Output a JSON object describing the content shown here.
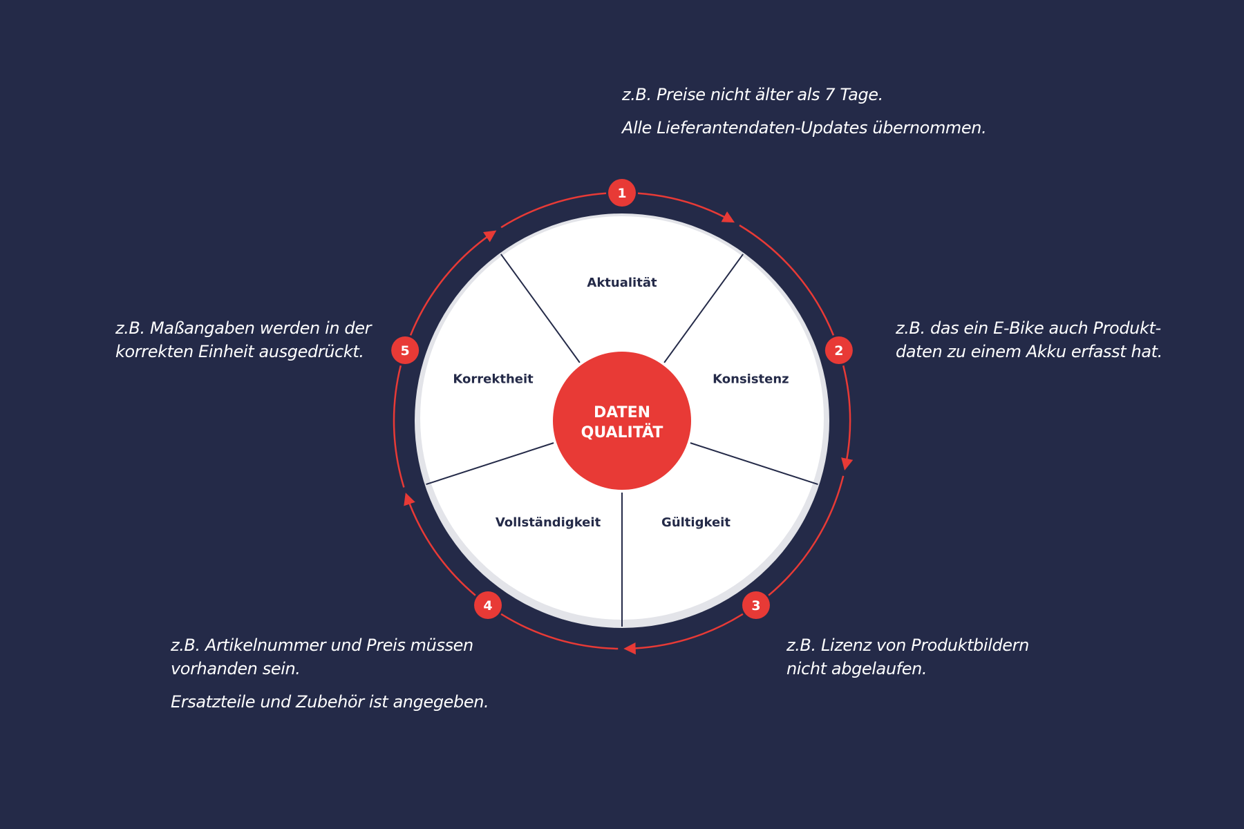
{
  "colors": {
    "background": "#242a48",
    "accent": "#e83a36",
    "wheel_fill": "#ffffff",
    "wheel_rim": "#e3e4e9",
    "divider": "#242a48",
    "text_light": "#ffffff"
  },
  "center": {
    "line1": "DATEN",
    "line2": "QUALITÄT"
  },
  "segments": [
    {
      "label": "Aktualität"
    },
    {
      "label": "Konsistenz"
    },
    {
      "label": "Gültigkeit"
    },
    {
      "label": "Vollständigkeit"
    },
    {
      "label": "Korrektheit"
    }
  ],
  "steps": [
    {
      "number": "1",
      "lines": [
        "z.B. Preise nicht älter als 7 Tage.",
        "Alle Lieferantendaten-Updates übernommen."
      ]
    },
    {
      "number": "2",
      "lines": [
        "z.B. das ein E-Bike auch Produkt-",
        "daten zu einem Akku erfasst hat."
      ]
    },
    {
      "number": "3",
      "lines": [
        "z.B. Lizenz von Produktbildern",
        "nicht abgelaufen."
      ]
    },
    {
      "number": "4",
      "lines": [
        "z.B. Artikelnummer und Preis müssen",
        "vorhanden sein.",
        "Ersatzteile und Zubehör ist angegeben."
      ]
    },
    {
      "number": "5",
      "lines": [
        "z.B. Maßangaben werden in der",
        "korrekten Einheit ausgedrückt."
      ]
    }
  ]
}
